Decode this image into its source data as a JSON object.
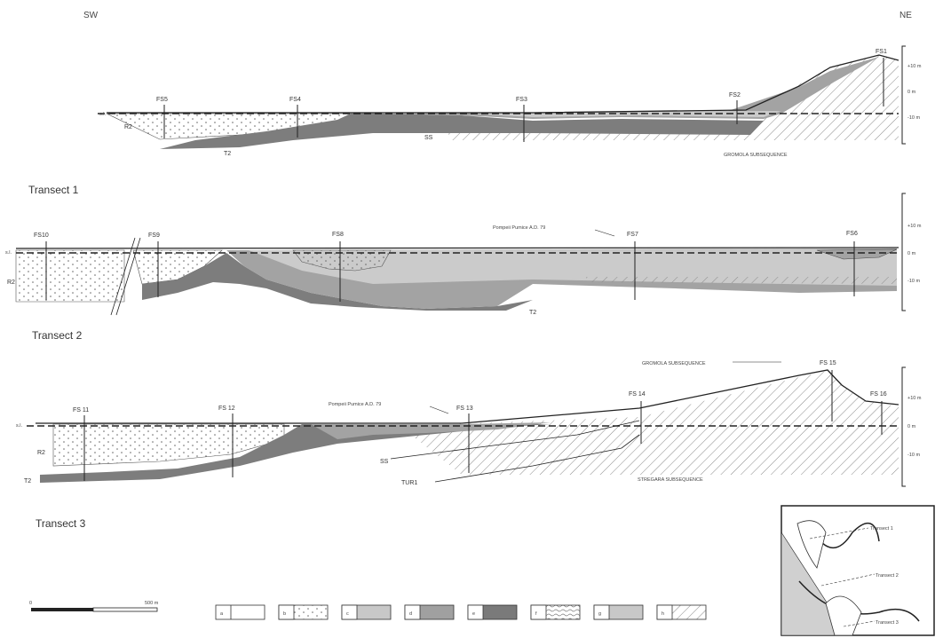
{
  "orientation": {
    "left": "SW",
    "right": "NE"
  },
  "elevation_scale": {
    "top": "+10 m",
    "mid": "0 m",
    "bottom": "-10 m"
  },
  "sea_level_tag": "s.l.",
  "transect1": {
    "title": "Transect 1",
    "boreholes": [
      "FS5",
      "FS4",
      "FS3",
      "FS2",
      "FS1"
    ],
    "unit_labels": {
      "r2": "R2",
      "t2": "T2",
      "ss": "SS"
    },
    "subsequence": "GROMOLA SUBSEQUENCE"
  },
  "transect2": {
    "title": "Transect 2",
    "boreholes": [
      "FS10",
      "FS9",
      "FS8",
      "FS7",
      "FS6"
    ],
    "unit_labels": {
      "r2": "R2",
      "t2": "T2"
    },
    "pompeii": "Pompeii Pumice A.D. 79"
  },
  "transect3": {
    "title": "Transect 3",
    "boreholes": [
      "FS 11",
      "FS 12",
      "FS 13",
      "FS 14",
      "FS 15",
      "FS 16"
    ],
    "unit_labels": {
      "r2": "R2",
      "t2": "T2",
      "ss": "SS",
      "tur": "TUR1"
    },
    "pompeii": "Pompeii Pumice A.D. 79",
    "subsequence_top": "GROMOLA SUBSEQUENCE",
    "subsequence_bottom": "STREGARA SUBSEQUENCE"
  },
  "scale_bar": {
    "start": "0",
    "end": "500 m"
  },
  "legend": {
    "items": [
      {
        "letter": "a",
        "fill": "#ffffff",
        "pattern": "none"
      },
      {
        "letter": "b",
        "fill": "#ffffff",
        "pattern": "dots"
      },
      {
        "letter": "c",
        "fill": "#c8c8c8",
        "pattern": "none"
      },
      {
        "letter": "d",
        "fill": "#a0a0a0",
        "pattern": "none"
      },
      {
        "letter": "e",
        "fill": "#7a7a7a",
        "pattern": "none"
      },
      {
        "letter": "f",
        "fill": "#dcdcdc",
        "pattern": "wave"
      },
      {
        "letter": "g",
        "fill": "#c8c8c8",
        "pattern": "none"
      },
      {
        "letter": "h",
        "fill": "#ffffff",
        "pattern": "hatch"
      }
    ]
  },
  "location_map": {
    "labels": [
      "Transect 1",
      "Transect 2",
      "Transect 3"
    ]
  },
  "colors": {
    "light_fill": "#cbcbcb",
    "mid_fill": "#a3a3a3",
    "dark_fill": "#7d7d7d",
    "line": "#222222",
    "hatch": "#8a8a8a"
  }
}
